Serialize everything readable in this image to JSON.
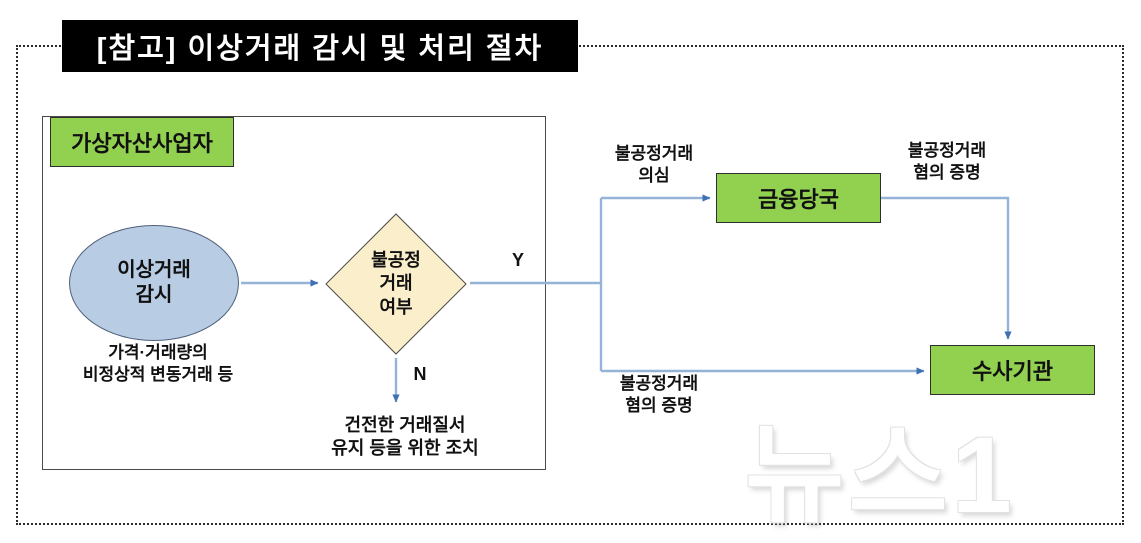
{
  "title": "[참고] 이상거래 감시 및 처리 절차",
  "watermark": "뉴스1",
  "colors": {
    "green": "#92d050",
    "blue_ellipse": "#b8cce4",
    "diamond": "#fbeecb",
    "connector": "#95b3d7",
    "arrowhead": "#3f6fb5",
    "title_bg": "#000000",
    "title_fg": "#ffffff"
  },
  "groups": {
    "vasp": {
      "label": "가상자산사업자"
    }
  },
  "nodes": {
    "monitor": {
      "line1": "이상거래",
      "line2": "감시",
      "shape": "ellipse"
    },
    "monitor_caption": {
      "line1": "가격·거래량의",
      "line2": "비정상적 변동거래 등"
    },
    "decision": {
      "line1": "불공정",
      "line2": "거래",
      "line3": "여부",
      "shape": "diamond"
    },
    "measure": {
      "line1": "건전한 거래질서",
      "line2": "유지 등을 위한 조치"
    },
    "financial_authority": {
      "label": "금융당국",
      "shape": "rect"
    },
    "investigative_agency": {
      "label": "수사기관",
      "shape": "rect"
    }
  },
  "edges": {
    "yes": "Y",
    "no": "N",
    "suspect": {
      "line1": "불공정거래",
      "line2": "의심"
    },
    "proof_top": {
      "line1": "불공정거래",
      "line2": "혐의 증명"
    },
    "proof_bottom": {
      "line1": "불공정거래",
      "line2": "혐의 증명"
    }
  }
}
